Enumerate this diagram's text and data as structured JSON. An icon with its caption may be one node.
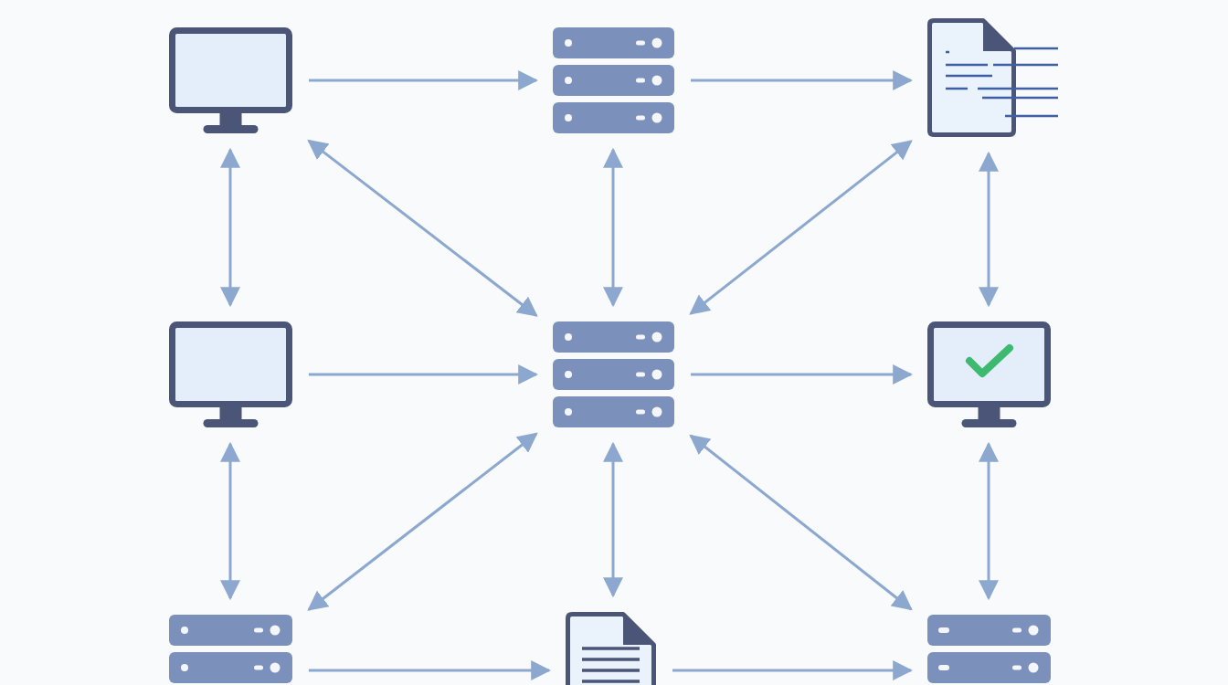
{
  "diagram": {
    "nodes": [
      {
        "text": [],
        "shape": "monitor"
      },
      {
        "text": [],
        "shape": "server"
      },
      {
        "text": [],
        "shape": "document"
      },
      {
        "text": [],
        "shape": "monitor"
      },
      {
        "text": [],
        "shape": "server"
      },
      {
        "text": [],
        "shape": "monitor"
      },
      {
        "text": [],
        "shape": "server"
      },
      {
        "text": [],
        "shape": "document"
      },
      {
        "text": [],
        "shape": "server"
      }
    ],
    "edges": [
      {
        "from": 0,
        "to": 1,
        "arrow": "to"
      },
      {
        "from": 1,
        "to": 2,
        "arrow": "to"
      },
      {
        "from": 0,
        "to": 3,
        "arrow": "both"
      },
      {
        "from": 0,
        "to": 4,
        "arrow": "both"
      },
      {
        "from": 1,
        "to": 4,
        "arrow": "both"
      },
      {
        "from": 4,
        "to": 2,
        "arrow": "both"
      },
      {
        "from": 2,
        "to": 5,
        "arrow": "both"
      },
      {
        "from": 3,
        "to": 4,
        "arrow": "to"
      },
      {
        "from": 4,
        "to": 5,
        "arrow": "to"
      },
      {
        "from": 3,
        "to": 6,
        "arrow": "both"
      },
      {
        "from": 4,
        "to": 6,
        "arrow": "both"
      },
      {
        "from": 4,
        "to": 7,
        "arrow": "both"
      },
      {
        "from": 4,
        "to": 8,
        "arrow": "both"
      },
      {
        "from": 5,
        "to": 8,
        "arrow": "both"
      },
      {
        "from": 6,
        "to": 7,
        "arrow": "to"
      },
      {
        "from": 7,
        "to": 8,
        "arrow": "to"
      }
    ]
  }
}
